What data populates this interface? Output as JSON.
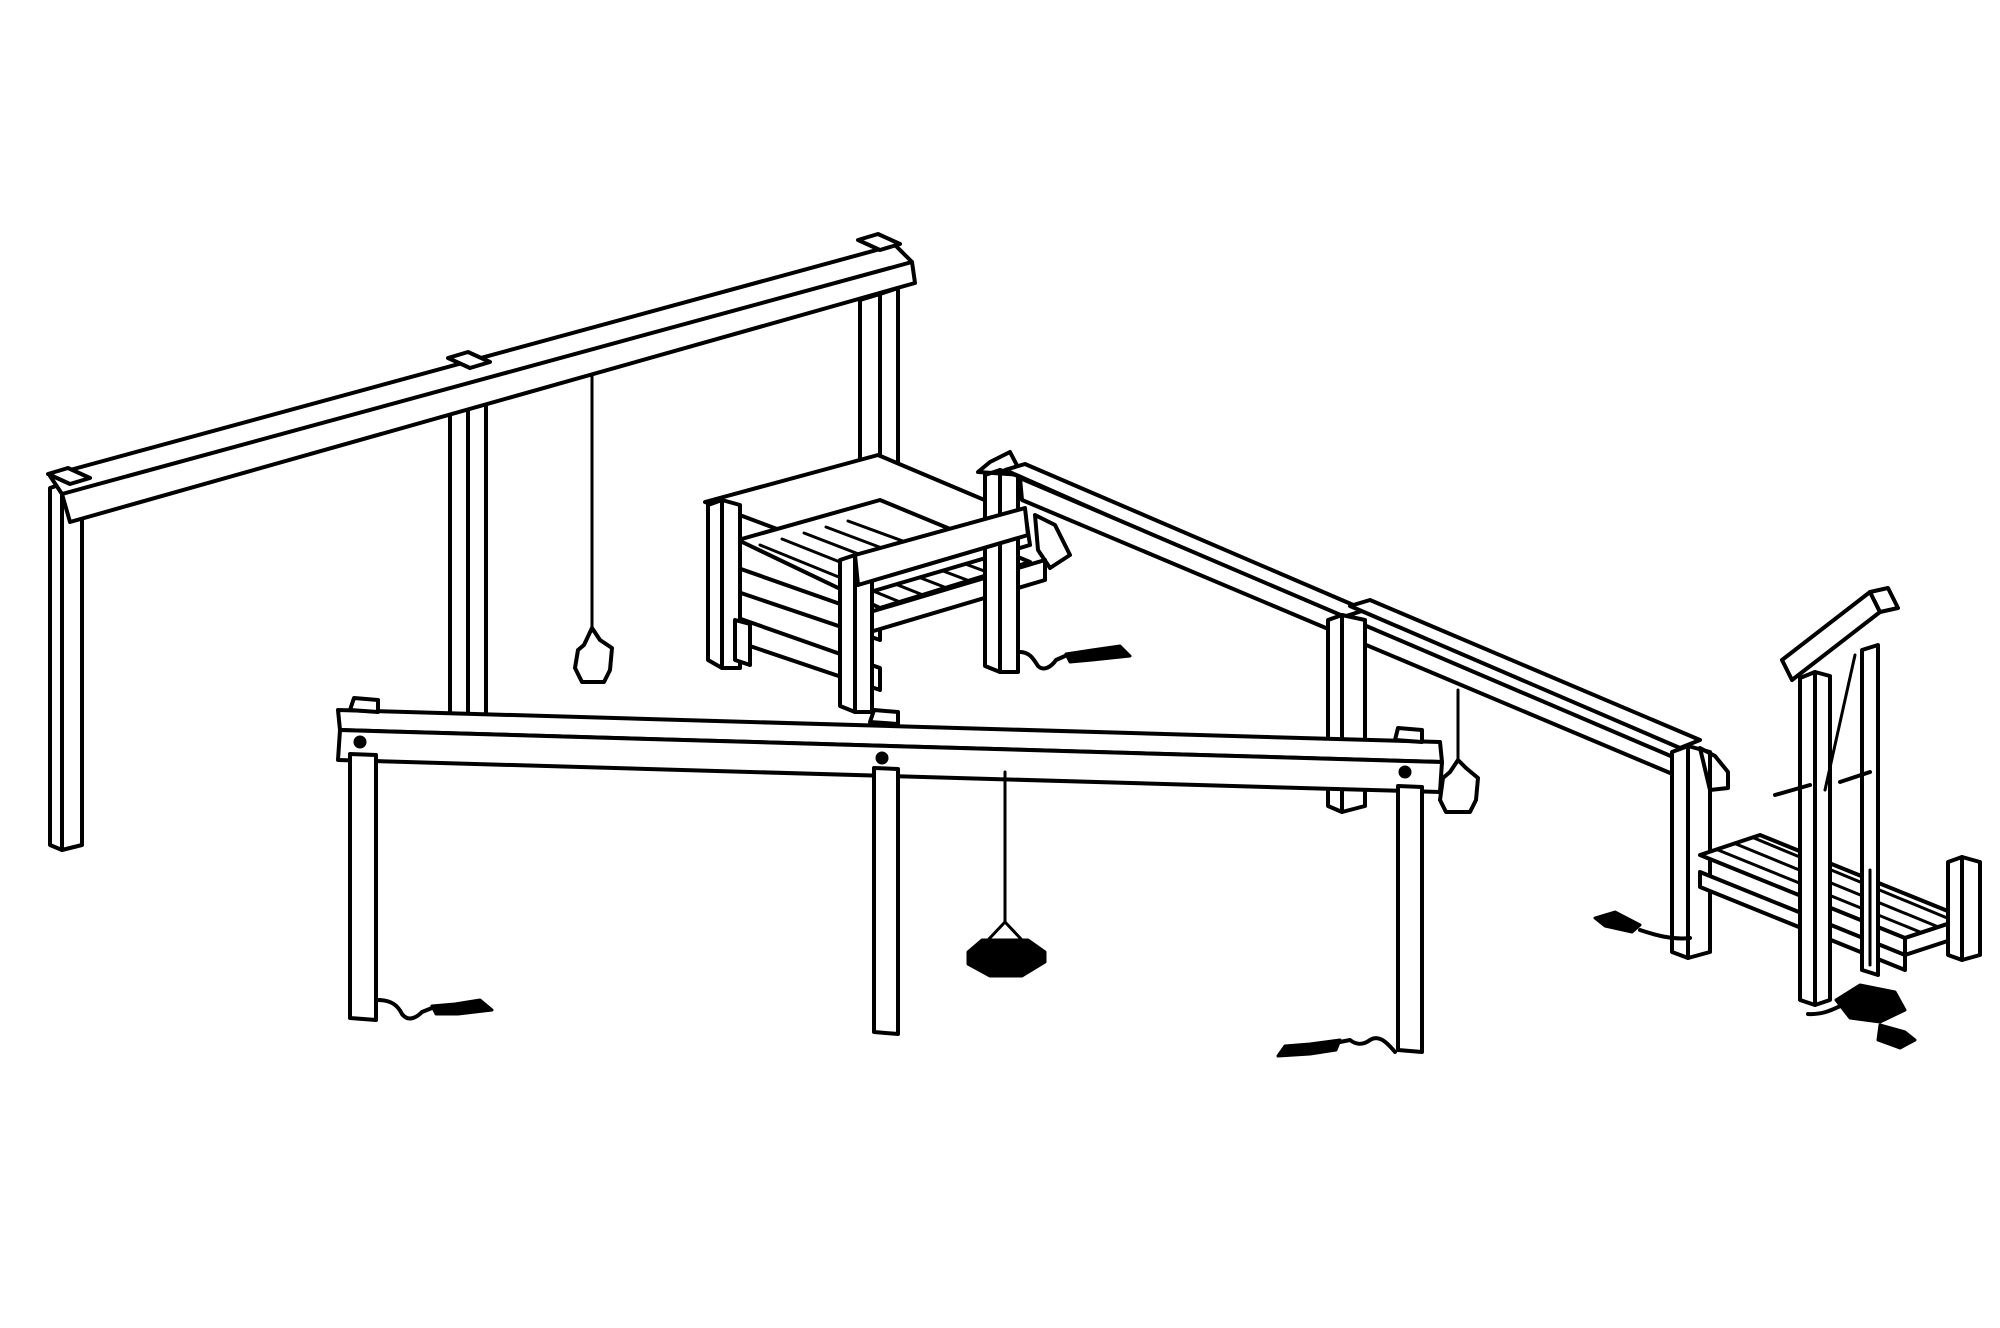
{
  "figure": {
    "style": "black line-art isometric drawing on white background",
    "colors": {
      "line": "#000000",
      "background": "#ffffff"
    },
    "components": [
      "left-swing-frame",
      "front-swing-frame",
      "center-platform",
      "right-swing-frame",
      "right-platform",
      "hanging-rings",
      "disc-swing-seat",
      "ground-anchors"
    ]
  }
}
